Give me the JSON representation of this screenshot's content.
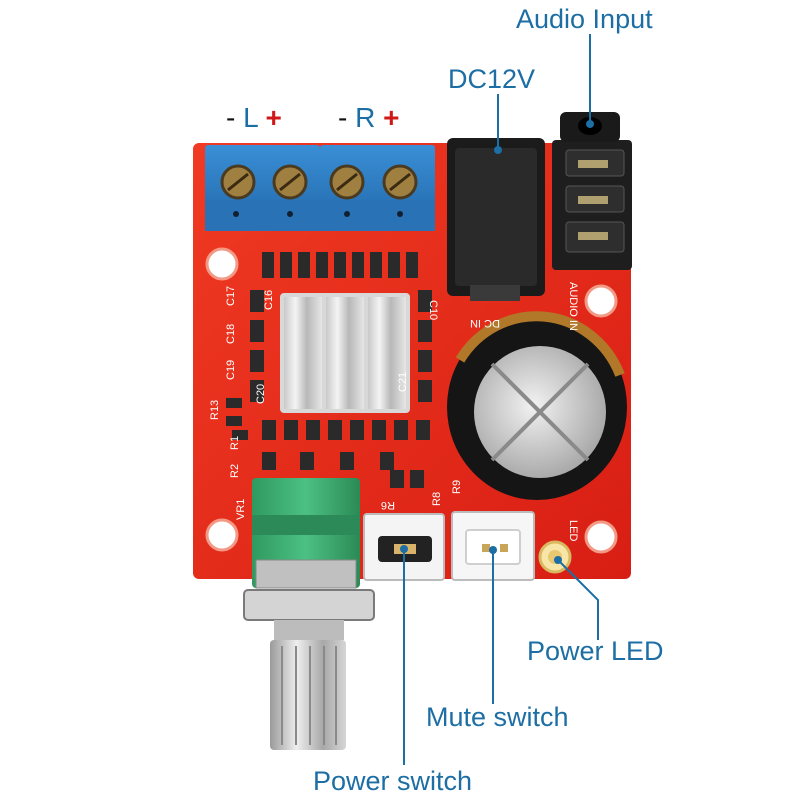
{
  "labels": {
    "audio_input": "Audio Input",
    "dc12v": "DC12V",
    "power_led": "Power LED",
    "mute_switch": "Mute switch",
    "power_switch": "Power switch"
  },
  "channels": {
    "left": {
      "minus": "-",
      "letter": "L",
      "plus": "+"
    },
    "right": {
      "minus": "-",
      "letter": "R",
      "plus": "+"
    }
  },
  "silkscreen": {
    "audio_in": "AUDIO IN",
    "dc_in": "DC IN",
    "led": "LED",
    "vr1": "VR1",
    "r13": "R13",
    "r1": "R1",
    "r2": "R2",
    "r8": "R8",
    "r9": "R9",
    "r6": "R6",
    "c16": "C16",
    "c17": "C17",
    "c18": "C18",
    "c19": "C19",
    "c20": "C20",
    "c10": "C10",
    "c21": "C21"
  },
  "colors": {
    "callout_text": "#1c6ea4",
    "pcb_red": "#e8281c",
    "terminal_blue": "#2f7fc4",
    "plus_red": "#d01818",
    "pot_green": "#3aa86b"
  }
}
